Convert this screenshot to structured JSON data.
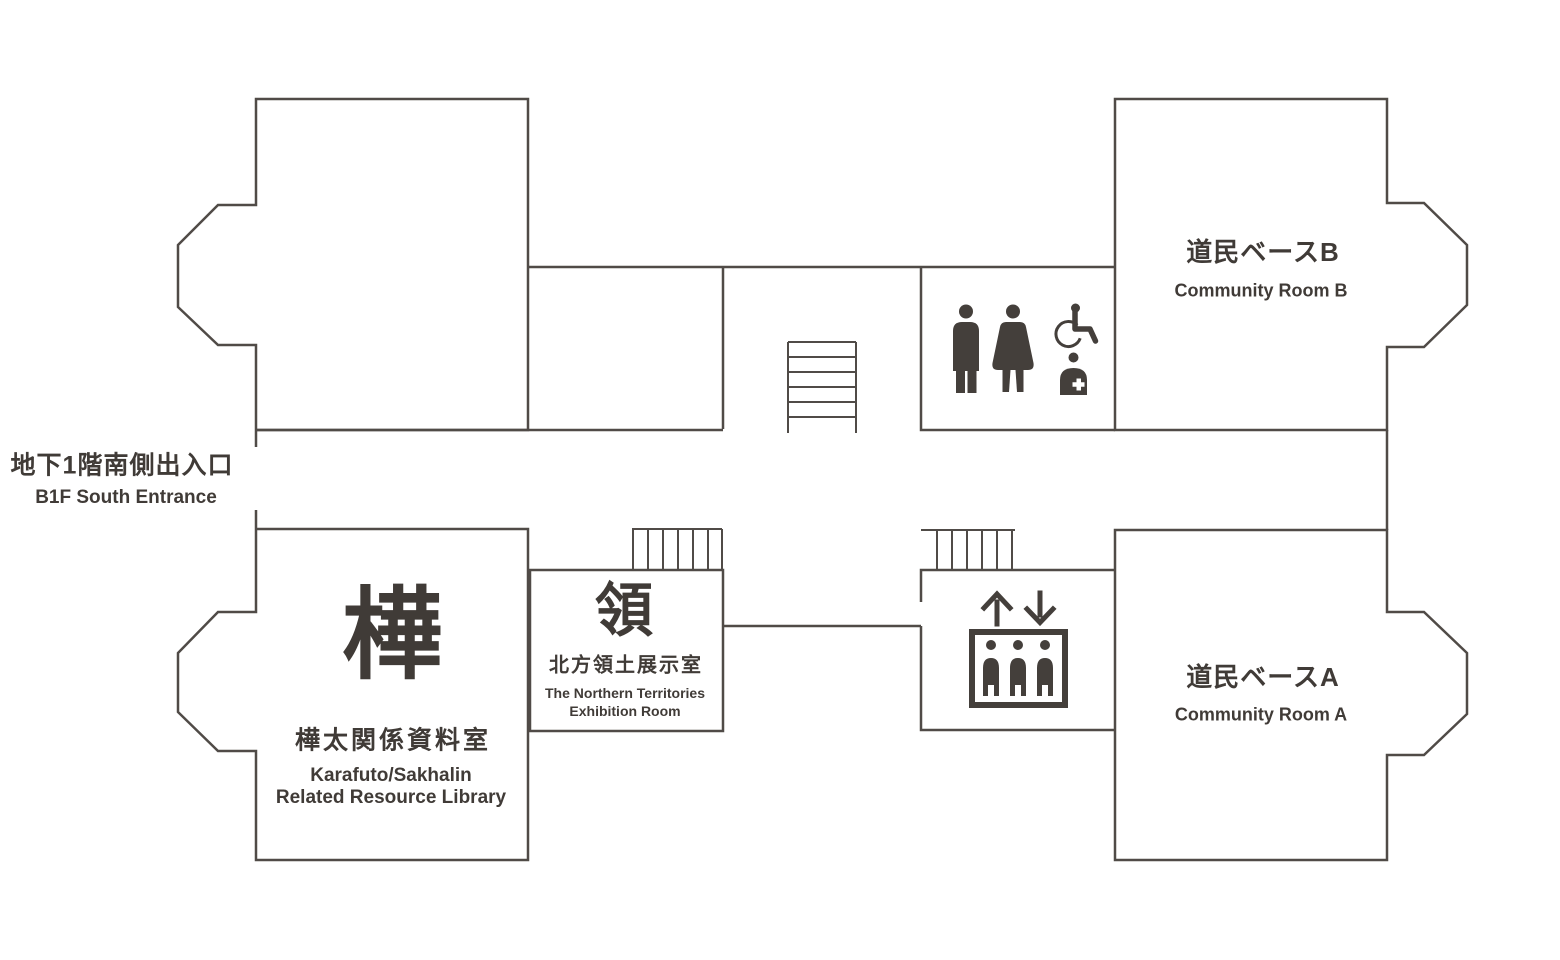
{
  "map": {
    "floor": "B1F",
    "colors": {
      "background": "#ffffff",
      "wall_line": "#504b47",
      "ink_text": "#403b37",
      "icon_fill": "#443f3b"
    },
    "entrance": {
      "label_ja": "地下1階南側出入口",
      "label_en": "B1F South Entrance"
    },
    "rooms": {
      "community_b": {
        "label_ja": "道民ベースB",
        "label_en": "Community Room B"
      },
      "community_a": {
        "label_ja": "道民ベースA",
        "label_en": "Community Room A"
      },
      "karafuto_library": {
        "monogram": "樺",
        "label_ja": "樺太関係資料室",
        "label_en_line1": "Karafuto/Sakhalin",
        "label_en_line2": "Related Resource Library"
      },
      "northern_territories": {
        "monogram": "領",
        "label_ja": "北方領土展示室",
        "label_en_line1": "The Northern Territories",
        "label_en_line2": "Exhibition Room"
      }
    },
    "icons": [
      "mens-restroom-icon",
      "womens-restroom-icon",
      "wheelchair-accessible-icon",
      "ostomate-icon",
      "elevator-icon",
      "elevator-up-arrow-icon",
      "elevator-down-arrow-icon",
      "stairs-icon"
    ]
  }
}
